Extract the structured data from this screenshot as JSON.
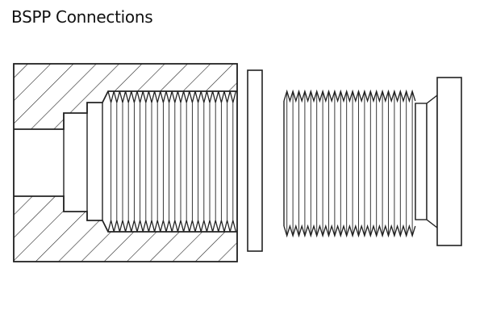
{
  "title": "BSPP Connections",
  "colors": {
    "line": "#222222",
    "background": "#ffffff",
    "hatch": "#222222"
  },
  "parts": [
    {
      "name": "female-port",
      "style": "cross-section, diagonal hatching"
    },
    {
      "name": "sealing-washer",
      "style": "rectangular ring"
    },
    {
      "name": "male-fitting",
      "style": "threaded stud with hex collar"
    }
  ]
}
